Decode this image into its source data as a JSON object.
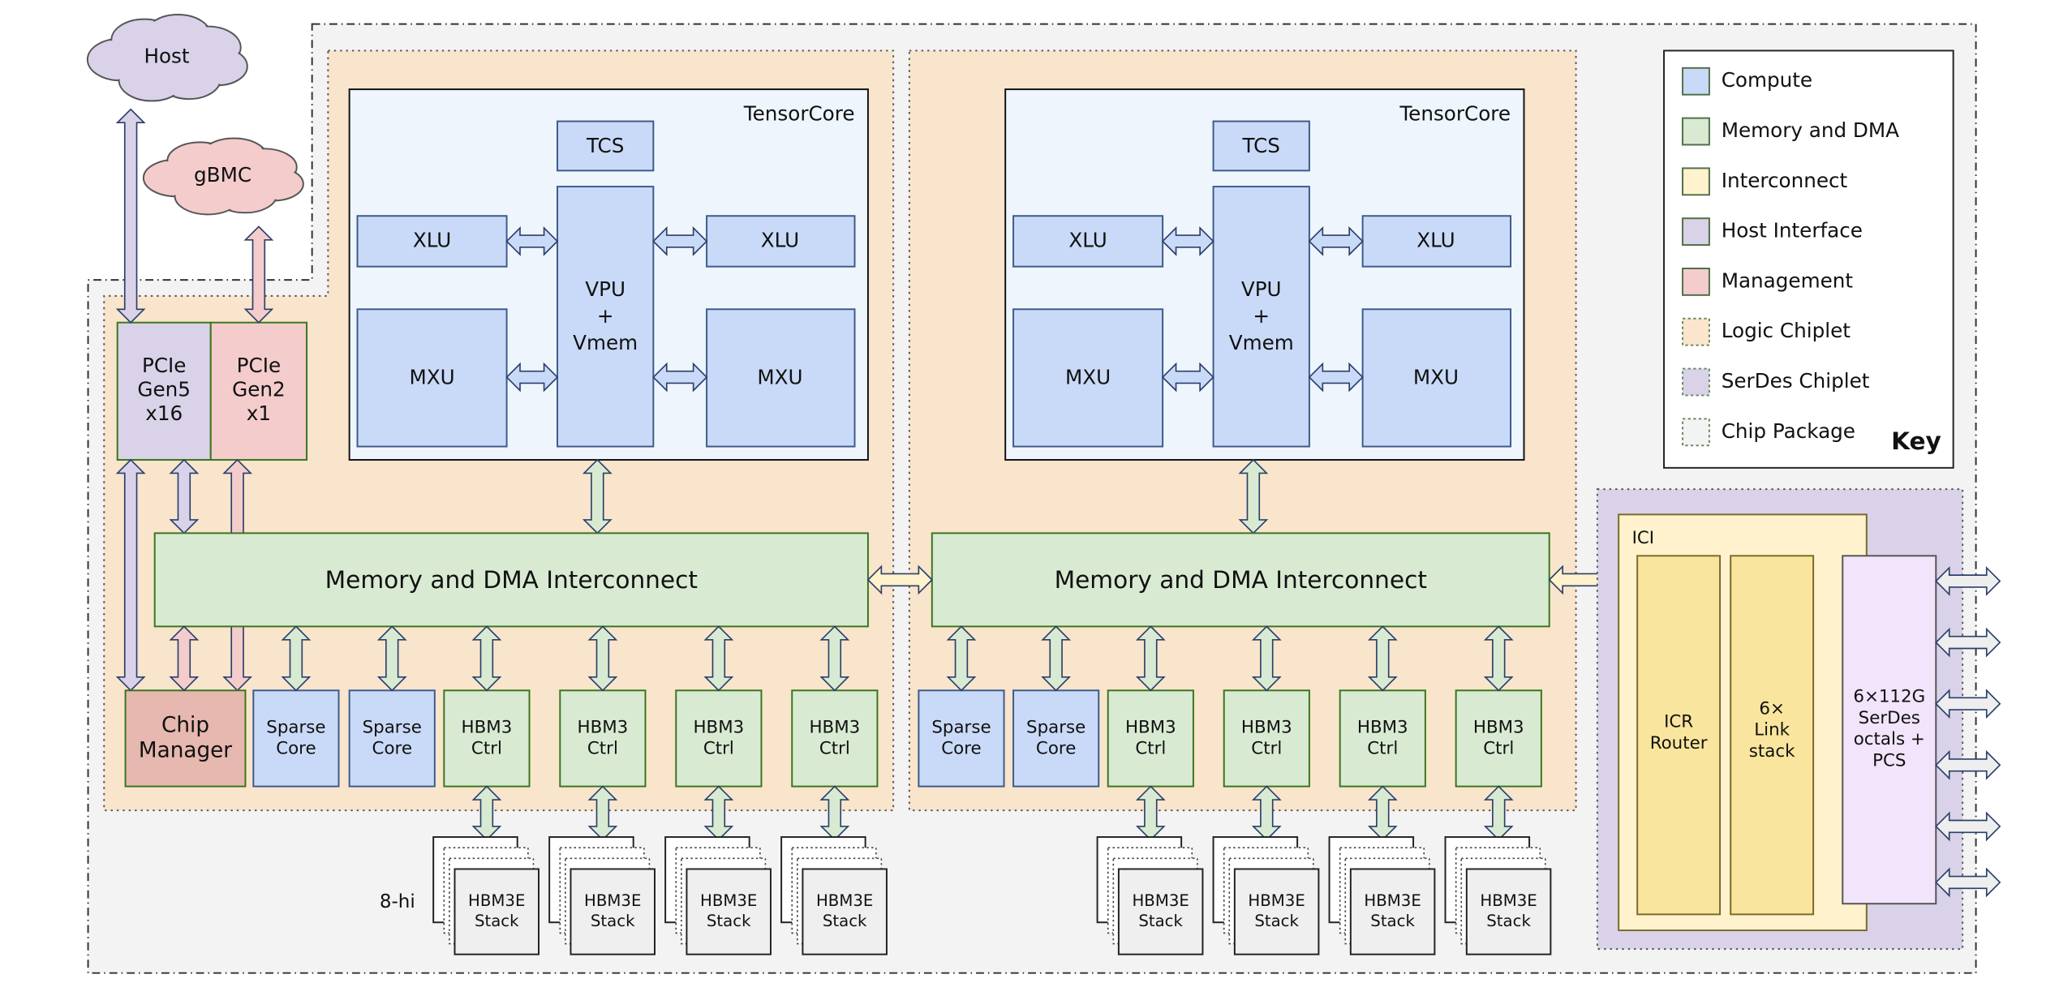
{
  "external": {
    "host": "Host",
    "gbmc": "gBMC"
  },
  "host_interface": {
    "pcie_gen5": [
      "PCIe",
      "Gen5",
      "x16"
    ],
    "pcie_gen2": [
      "PCIe",
      "Gen2",
      "x1"
    ]
  },
  "chip_manager": [
    "Chip",
    "Manager"
  ],
  "tensorcores": [
    {
      "title": "TensorCore",
      "tcs": "TCS",
      "xlu_left": "XLU",
      "xlu_right": "XLU",
      "vpu": [
        "VPU",
        "+",
        "Vmem"
      ],
      "mxu_left": "MXU",
      "mxu_right": "MXU"
    },
    {
      "title": "TensorCore",
      "tcs": "TCS",
      "xlu_left": "XLU",
      "xlu_right": "XLU",
      "vpu": [
        "VPU",
        "+",
        "Vmem"
      ],
      "mxu_left": "MXU",
      "mxu_right": "MXU"
    }
  ],
  "chiplets": [
    {
      "interconnect": "Memory and DMA Interconnect",
      "sparse_cores": [
        [
          "Sparse",
          "Core"
        ],
        [
          "Sparse",
          "Core"
        ]
      ],
      "hbm_ctrls": [
        [
          "HBM3",
          "Ctrl"
        ],
        [
          "HBM3",
          "Ctrl"
        ],
        [
          "HBM3",
          "Ctrl"
        ],
        [
          "HBM3",
          "Ctrl"
        ]
      ],
      "hbm_stacks": [
        [
          "HBM3E",
          "Stack"
        ],
        [
          "HBM3E",
          "Stack"
        ],
        [
          "HBM3E",
          "Stack"
        ],
        [
          "HBM3E",
          "Stack"
        ]
      ]
    },
    {
      "interconnect": "Memory and DMA Interconnect",
      "sparse_cores": [
        [
          "Sparse",
          "Core"
        ],
        [
          "Sparse",
          "Core"
        ]
      ],
      "hbm_ctrls": [
        [
          "HBM3",
          "Ctrl"
        ],
        [
          "HBM3",
          "Ctrl"
        ],
        [
          "HBM3",
          "Ctrl"
        ],
        [
          "HBM3",
          "Ctrl"
        ]
      ],
      "hbm_stacks": [
        [
          "HBM3E",
          "Stack"
        ],
        [
          "HBM3E",
          "Stack"
        ],
        [
          "HBM3E",
          "Stack"
        ],
        [
          "HBM3E",
          "Stack"
        ]
      ]
    }
  ],
  "stack_height_label": "8-hi",
  "ici": {
    "label": "ICI",
    "router": [
      "ICR",
      "Router"
    ],
    "link_stack": [
      "6×",
      "Link",
      "stack"
    ],
    "serdes": [
      "6×112G",
      "SerDes",
      "octals +",
      "PCS"
    ]
  },
  "key": {
    "title": "Key",
    "items": [
      {
        "label": "Compute",
        "color": "#c9daf8"
      },
      {
        "label": "Memory and DMA",
        "color": "#d9ead3"
      },
      {
        "label": "Interconnect",
        "color": "#fff2cc"
      },
      {
        "label": "Host Interface",
        "color": "#d9d2e9"
      },
      {
        "label": "Management",
        "color": "#f4cccc"
      },
      {
        "label": "Logic Chiplet",
        "color": "#fbe5cd"
      },
      {
        "label": "SerDes Chiplet",
        "color": "#d9d2e9"
      },
      {
        "label": "Chip Package",
        "color": "#f3f3f3"
      }
    ]
  }
}
